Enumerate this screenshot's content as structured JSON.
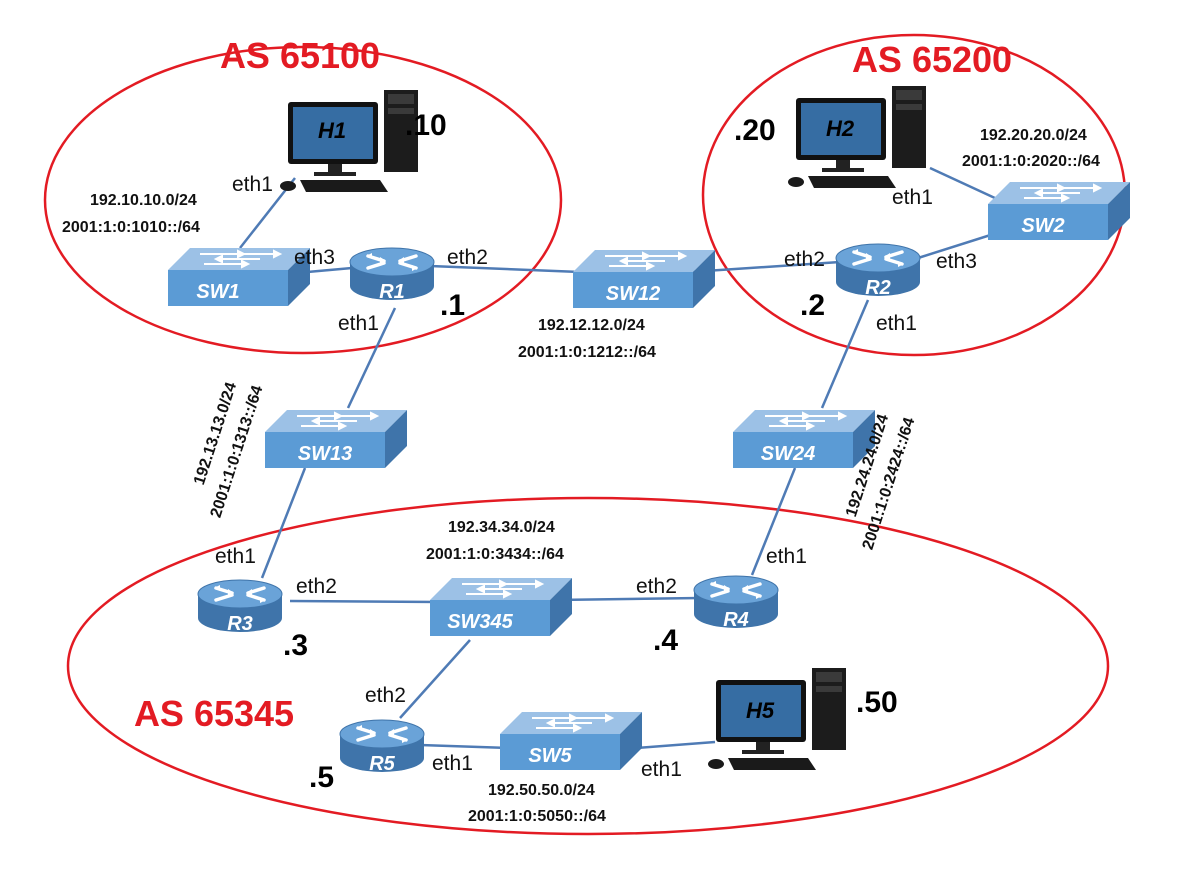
{
  "colors": {
    "as_ring": "#e31b23",
    "link": "#4f7bb5",
    "device_face": "#5b9bd5",
    "device_top": "#8fb8e0",
    "device_side": "#3f74aa"
  },
  "autonomous_systems": [
    {
      "id": "as65100",
      "label": "AS 65100"
    },
    {
      "id": "as65200",
      "label": "AS 65200"
    },
    {
      "id": "as65345",
      "label": "AS 65345"
    }
  ],
  "routers": [
    {
      "id": "R1",
      "label": "R1",
      "address": ".1"
    },
    {
      "id": "R2",
      "label": "R2",
      "address": ".2"
    },
    {
      "id": "R3",
      "label": "R3",
      "address": ".3"
    },
    {
      "id": "R4",
      "label": "R4",
      "address": ".4"
    },
    {
      "id": "R5",
      "label": "R5",
      "address": ".5"
    }
  ],
  "switches": [
    {
      "id": "SW1",
      "label": "SW1"
    },
    {
      "id": "SW2",
      "label": "SW2"
    },
    {
      "id": "SW12",
      "label": "SW12"
    },
    {
      "id": "SW13",
      "label": "SW13"
    },
    {
      "id": "SW24",
      "label": "SW24"
    },
    {
      "id": "SW345",
      "label": "SW345"
    },
    {
      "id": "SW5",
      "label": "SW5"
    }
  ],
  "hosts": [
    {
      "id": "H1",
      "label": "H1",
      "address": ".10",
      "icon": "desktop-computer-icon"
    },
    {
      "id": "H2",
      "label": "H2",
      "address": ".20",
      "icon": "desktop-computer-icon"
    },
    {
      "id": "H5",
      "label": "H5",
      "address": ".50",
      "icon": "desktop-computer-icon"
    }
  ],
  "networks": [
    {
      "id": "net1010",
      "ipv4": "192.10.10.0/24",
      "ipv6": "2001:1:0:1010::/64"
    },
    {
      "id": "net2020",
      "ipv4": "192.20.20.0/24",
      "ipv6": "2001:1:0:2020::/64"
    },
    {
      "id": "net1212",
      "ipv4": "192.12.12.0/24",
      "ipv6": "2001:1:0:1212::/64"
    },
    {
      "id": "net1313",
      "ipv4": "192.13.13.0/24",
      "ipv6": "2001:1:0:1313::/64"
    },
    {
      "id": "net2424",
      "ipv4": "192.24.24.0/24",
      "ipv6": "2001:1:0:2424::/64"
    },
    {
      "id": "net3434",
      "ipv4": "192.34.34.0/24",
      "ipv6": "2001:1:0:3434::/64"
    },
    {
      "id": "net5050",
      "ipv4": "192.50.50.0/24",
      "ipv6": "2001:1:0:5050::/64"
    }
  ],
  "ports": {
    "h1_eth1": "eth1",
    "r1_eth3": "eth3",
    "r1_eth2": "eth2",
    "r1_eth1": "eth1",
    "r2_eth2": "eth2",
    "r2_eth3": "eth3",
    "r2_eth1": "eth1",
    "h2_eth1": "eth1",
    "r3_eth1": "eth1",
    "r3_eth2": "eth2",
    "r4_eth2": "eth2",
    "r4_eth1": "eth1",
    "r5_eth2": "eth2",
    "r5_eth1": "eth1",
    "h5_eth1": "eth1"
  }
}
